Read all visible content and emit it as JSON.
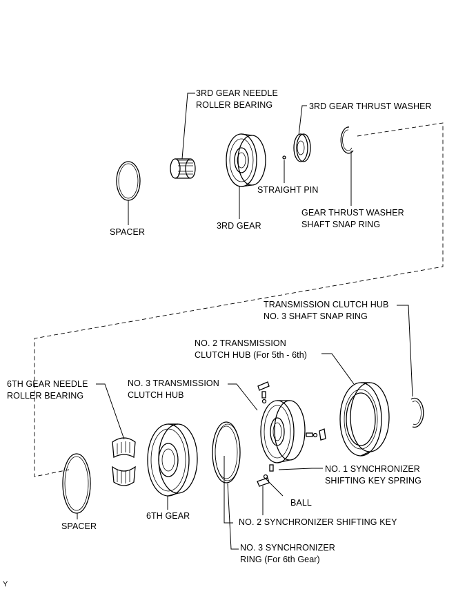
{
  "labels": {
    "needle_bearing_3rd": [
      "3RD GEAR NEEDLE",
      "ROLLER BEARING"
    ],
    "thrust_washer_3rd": [
      "3RD GEAR THRUST WASHER"
    ],
    "straight_pin": [
      "STRAIGHT PIN"
    ],
    "spacer_top": [
      "SPACER"
    ],
    "gear_3rd": [
      "3RD GEAR"
    ],
    "snap_ring_top": [
      "GEAR THRUST WASHER",
      "SHAFT SNAP RING"
    ],
    "hub_snap_ring": [
      "TRANSMISSION CLUTCH HUB",
      "NO. 3 SHAFT SNAP RING"
    ],
    "hub_no2": [
      "NO. 2 TRANSMISSION",
      "CLUTCH HUB (For 5th - 6th)"
    ],
    "hub_no3": [
      "NO. 3 TRANSMISSION",
      "CLUTCH HUB"
    ],
    "needle_bearing_6th": [
      "6TH GEAR NEEDLE",
      "ROLLER BEARING"
    ],
    "key_spring": [
      "NO. 1 SYNCHRONIZER",
      "SHIFTING KEY SPRING"
    ],
    "ball": [
      "BALL"
    ],
    "shifting_key": [
      "NO. 2 SYNCHRONIZER SHIFTING KEY"
    ],
    "spacer_bottom": [
      "SPACER"
    ],
    "gear_6th": [
      "6TH GEAR"
    ],
    "sync_ring": [
      "NO. 3 SYNCHRONIZER",
      "RING (For 6th Gear)"
    ]
  },
  "corner_mark": "Y"
}
